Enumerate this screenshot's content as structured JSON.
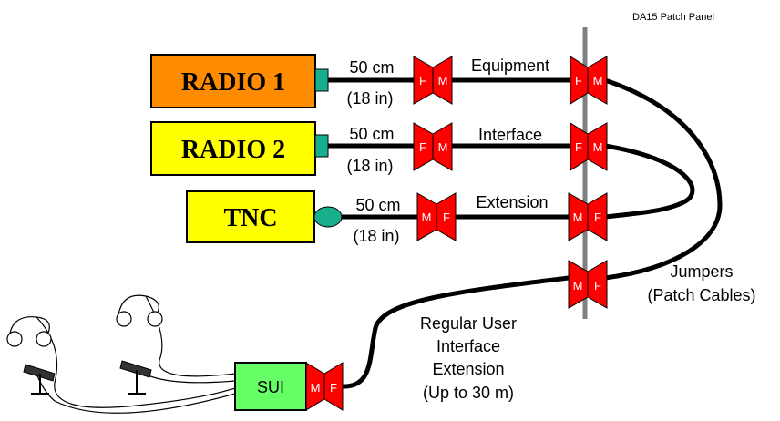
{
  "panel": {
    "title": "DA15 Patch Panel"
  },
  "devices": {
    "radio1": {
      "label": "RADIO 1",
      "color": "#FF8C00"
    },
    "radio2": {
      "label": "RADIO 2",
      "color": "#FFFF00"
    },
    "tnc": {
      "label": "TNC",
      "color": "#FFFF00"
    },
    "sui": {
      "label": "SUI",
      "color": "#66FF66"
    }
  },
  "short_cables": [
    {
      "length": "50 cm",
      "length_imperial": "(18 in)"
    },
    {
      "length": "50 cm",
      "length_imperial": "(18 in)"
    },
    {
      "length": "50 cm",
      "length_imperial": "(18 in)"
    }
  ],
  "extension_cables": [
    {
      "name": "Equipment"
    },
    {
      "name": "Interface"
    },
    {
      "name": "Extension"
    }
  ],
  "connectors": {
    "female": "F",
    "male": "M",
    "color": "#FF0000"
  },
  "jumpers": {
    "line1": "Jumpers",
    "line2": "(Patch Cables)"
  },
  "user_extension": {
    "line1": "Regular User",
    "line2": "Interface",
    "line3": "Extension",
    "line4": "(Up to 30 m)"
  }
}
